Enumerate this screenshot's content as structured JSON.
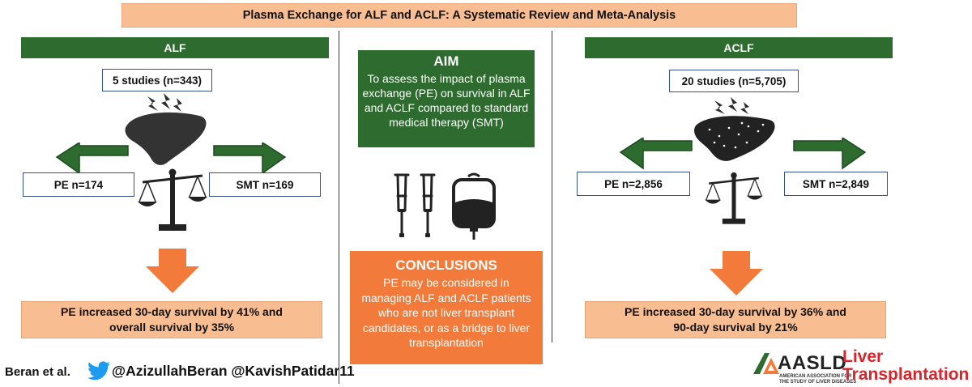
{
  "title": "Plasma Exchange for ALF and ACLF: A Systematic Review and Meta-Analysis",
  "alf": {
    "header": "ALF",
    "studies": "5 studies (n=343)",
    "pe": "PE n=174",
    "smt": "SMT n=169",
    "result": "PE increased 30-day survival by 41% and overall survival by 35%"
  },
  "aclf": {
    "header": "ACLF",
    "studies": "20 studies (n=5,705)",
    "pe": "PE n=2,856",
    "smt": "SMT n=2,849",
    "result": "PE increased 30-day survival by 36% and 90-day survival by 21%"
  },
  "aim": {
    "heading": "AIM",
    "text": "To assess the impact of plasma exchange (PE) on survival in ALF and ACLF compared to standard medical therapy (SMT)"
  },
  "conclusions": {
    "heading": "CONCLUSIONS",
    "text": "PE may be considered in managing ALF and ACLF patients who are not liver transplant candidates, or as a bridge to liver transplantation"
  },
  "footer": {
    "author": "Beran et al.",
    "handles": "@AzizullahBeran @KavishPatidar11",
    "aasld": "AASLD",
    "aasld_sub_1": "AMERICAN ASSOCIATION FOR",
    "aasld_sub_2": "THE STUDY OF LIVER DISEASES",
    "journal_1": "Liver",
    "journal_2": "Transplantation"
  },
  "colors": {
    "green": "#2e6b2f",
    "orange": "#f27a3a",
    "peach": "#f9bd92",
    "blue_border": "#34508a",
    "twitter": "#1d9bf0",
    "red": "#d8242a"
  },
  "icons": [
    "liver-icon",
    "lightning-icon",
    "arrow-icon",
    "scale-icon",
    "crutches-icon",
    "iv-bag-icon",
    "twitter-bird-icon",
    "aasld-logo"
  ]
}
